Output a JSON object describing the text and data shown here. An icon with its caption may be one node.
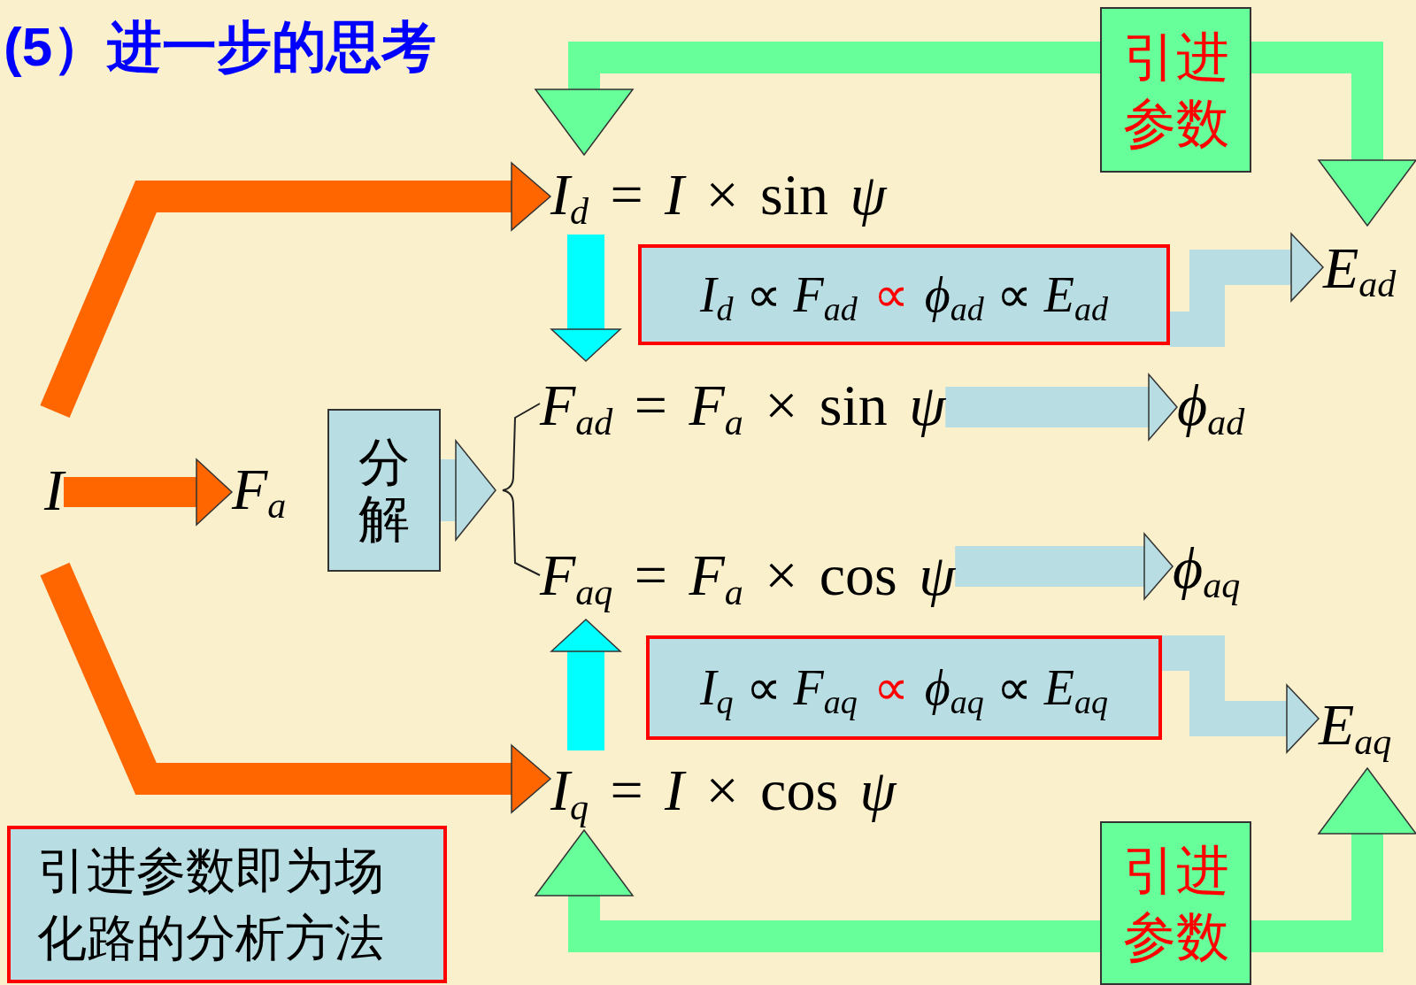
{
  "diagram": {
    "title": "(5）进一步的思考",
    "nodes": [
      {
        "text": [
          "*I*"
        ]
      },
      {
        "text": [
          "*F*$_{a}$"
        ]
      },
      {
        "text": [
          "分解"
        ]
      },
      {
        "text": [
          "*I*$_{d}$ = *I* × sin *ψ*"
        ]
      },
      {
        "text": [
          "*I*$_{d}$ ∝ *F*$_{ad}$",
          "∝",
          "*ϕ*$_{ad}$ ∝ *E*$_{ad}$"
        ]
      },
      {
        "text": [
          "*F*$_{ad}$ = *F*$_{a}$ × sin *ψ*"
        ]
      },
      {
        "text": [
          "*ϕ*$_{ad}$"
        ]
      },
      {
        "text": [
          "*E*$_{ad}$"
        ]
      },
      {
        "text": [
          "*F*$_{aq}$ = *F*$_{a}$ × cos *ψ*"
        ]
      },
      {
        "text": [
          "*ϕ*$_{aq}$"
        ]
      },
      {
        "text": [
          "*I*$_{q}$ ∝ *F*$_{aq}$",
          "∝",
          "*ϕ*$_{aq}$ ∝ *E*$_{aq}$"
        ]
      },
      {
        "text": [
          "*E*$_{aq}$"
        ]
      },
      {
        "text": [
          "*I*$_{q}$ = *I* × cos *ψ*"
        ]
      },
      {
        "text": [
          "引进参数"
        ]
      },
      {
        "text": [
          "引进参数"
        ]
      },
      {
        "text": [
          "引进参数即为场化路的分析方法"
        ]
      },
      {
        "text": [],
        "shape": "brace"
      }
    ],
    "edges": [
      {
        "from": 0,
        "to": 3,
        "arrow": "to",
        "color": "#ff6600"
      },
      {
        "from": 0,
        "to": 1,
        "arrow": "to",
        "color": "#ff6600"
      },
      {
        "from": 0,
        "to": 12,
        "arrow": "to",
        "color": "#ff6600"
      },
      {
        "from": 2,
        "to": 16,
        "arrow": "to",
        "style": "thick"
      },
      {
        "from": 16,
        "to": 5,
        "arrow": "none",
        "color": "#222222"
      },
      {
        "from": 16,
        "to": 8,
        "arrow": "none",
        "color": "#222222"
      },
      {
        "from": 3,
        "to": 5,
        "arrow": "to",
        "color": "#00ffff"
      },
      {
        "from": 5,
        "to": 6,
        "arrow": "to"
      },
      {
        "from": 8,
        "to": 9,
        "arrow": "to"
      },
      {
        "from": 4,
        "to": 7,
        "arrow": "to"
      },
      {
        "from": 10,
        "to": 11,
        "arrow": "to"
      },
      {
        "from": 12,
        "to": 8,
        "arrow": "to",
        "color": "#00ffff"
      },
      {
        "from": 13,
        "to": 3,
        "arrow": "to",
        "color": "#66ff99"
      },
      {
        "from": 13,
        "to": 7,
        "arrow": "to",
        "color": "#66ff99"
      },
      {
        "from": 14,
        "to": 12,
        "arrow": "to",
        "color": "#66ff99"
      },
      {
        "from": 14,
        "to": 11,
        "arrow": "to",
        "color": "#66ff99"
      }
    ]
  }
}
